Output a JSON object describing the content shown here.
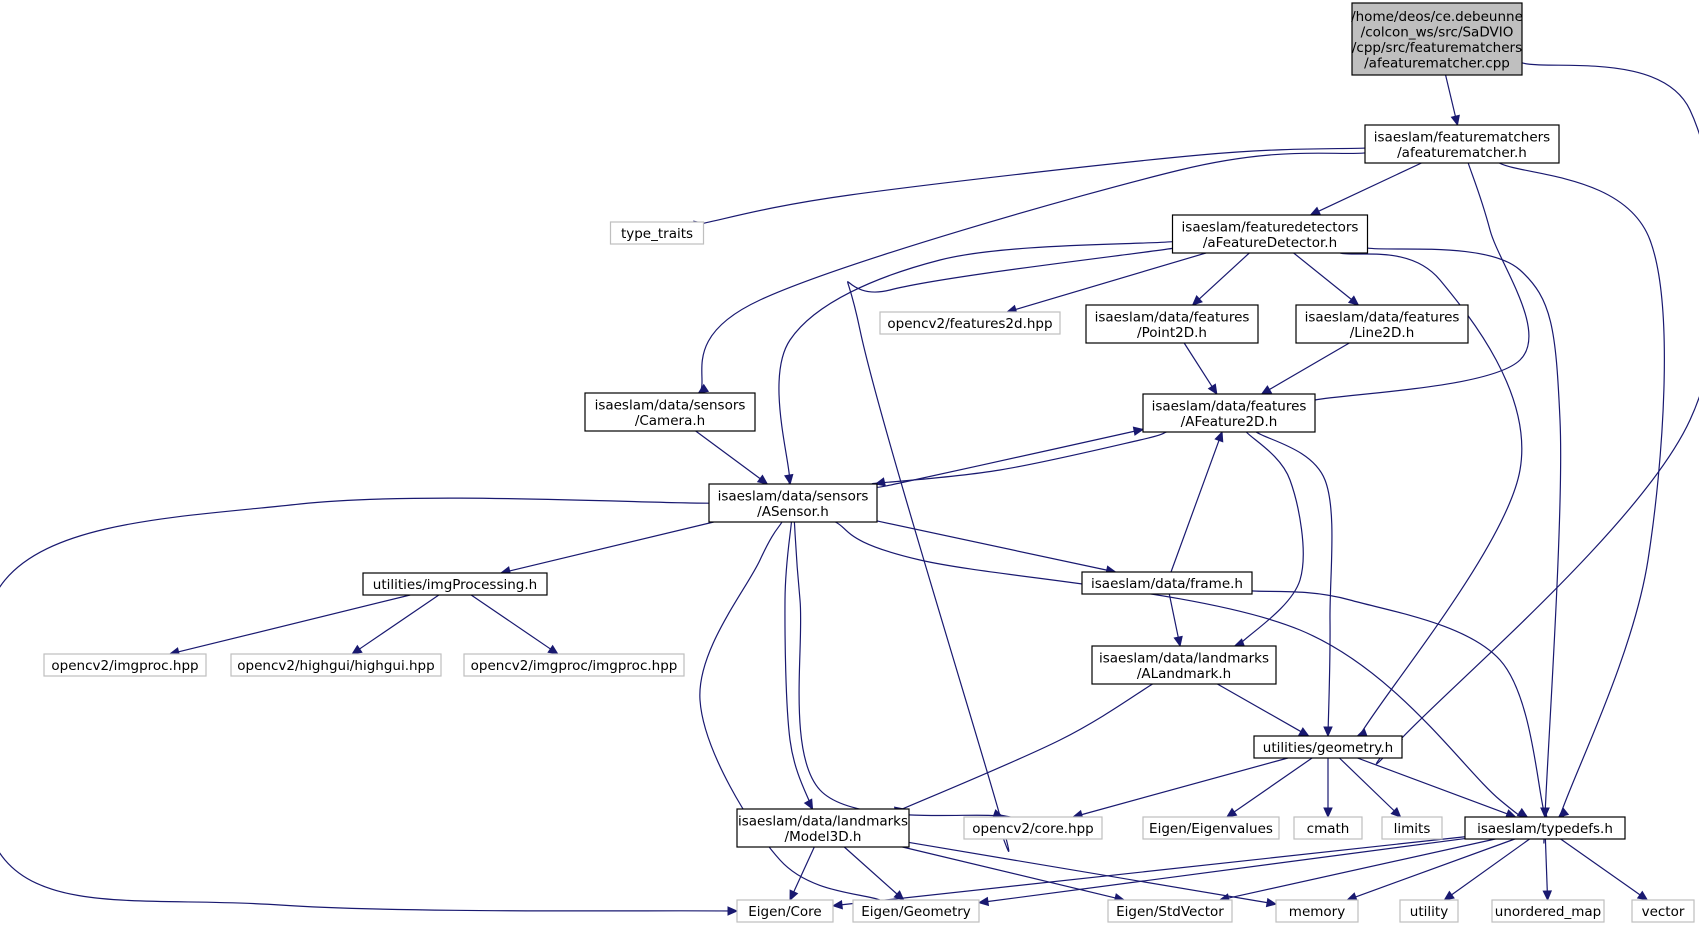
{
  "graph": {
    "title": "",
    "nodes": [
      {
        "id": "root",
        "lines": [
          "/home/deos/ce.debeunne",
          "/colcon_ws/src/SaDVIO",
          "/cpp/src/featurematchers",
          "/afeaturematcher.cpp"
        ],
        "style": "root"
      },
      {
        "id": "afeaturematcher_h",
        "lines": [
          "isaeslam/featurematchers",
          "/afeaturematcher.h"
        ],
        "style": "normal"
      },
      {
        "id": "type_traits",
        "lines": [
          "type_traits"
        ],
        "style": "external"
      },
      {
        "id": "afeaturedetector_h",
        "lines": [
          "isaeslam/featuredetectors",
          "/aFeatureDetector.h"
        ],
        "style": "normal"
      },
      {
        "id": "features2d_hpp",
        "lines": [
          "opencv2/features2d.hpp"
        ],
        "style": "external"
      },
      {
        "id": "point2d_h",
        "lines": [
          "isaeslam/data/features",
          "/Point2D.h"
        ],
        "style": "normal"
      },
      {
        "id": "line2d_h",
        "lines": [
          "isaeslam/data/features",
          "/Line2D.h"
        ],
        "style": "normal"
      },
      {
        "id": "camera_h",
        "lines": [
          "isaeslam/data/sensors",
          "/Camera.h"
        ],
        "style": "normal"
      },
      {
        "id": "afeature2d_h",
        "lines": [
          "isaeslam/data/features",
          "/AFeature2D.h"
        ],
        "style": "normal"
      },
      {
        "id": "asensor_h",
        "lines": [
          "isaeslam/data/sensors",
          "/ASensor.h"
        ],
        "style": "normal"
      },
      {
        "id": "imgprocessing_h",
        "lines": [
          "utilities/imgProcessing.h"
        ],
        "style": "normal"
      },
      {
        "id": "frame_h",
        "lines": [
          "isaeslam/data/frame.h"
        ],
        "style": "normal"
      },
      {
        "id": "imgproc_hpp",
        "lines": [
          "opencv2/imgproc.hpp"
        ],
        "style": "external"
      },
      {
        "id": "highgui_hpp",
        "lines": [
          "opencv2/highgui/highgui.hpp"
        ],
        "style": "external"
      },
      {
        "id": "imgproc_imgproc_hpp",
        "lines": [
          "opencv2/imgproc/imgproc.hpp"
        ],
        "style": "external"
      },
      {
        "id": "alandmark_h",
        "lines": [
          "isaeslam/data/landmarks",
          "/ALandmark.h"
        ],
        "style": "normal"
      },
      {
        "id": "geometry_h",
        "lines": [
          "utilities/geometry.h"
        ],
        "style": "normal"
      },
      {
        "id": "model3d_h",
        "lines": [
          "isaeslam/data/landmarks",
          "/Model3D.h"
        ],
        "style": "normal"
      },
      {
        "id": "core_hpp",
        "lines": [
          "opencv2/core.hpp"
        ],
        "style": "external"
      },
      {
        "id": "eigenvalues",
        "lines": [
          "Eigen/Eigenvalues"
        ],
        "style": "external"
      },
      {
        "id": "cmath",
        "lines": [
          "cmath"
        ],
        "style": "external"
      },
      {
        "id": "limits",
        "lines": [
          "limits"
        ],
        "style": "external"
      },
      {
        "id": "typedefs_h",
        "lines": [
          "isaeslam/typedefs.h"
        ],
        "style": "normal"
      },
      {
        "id": "eigen_core",
        "lines": [
          "Eigen/Core"
        ],
        "style": "external"
      },
      {
        "id": "eigen_geometry",
        "lines": [
          "Eigen/Geometry"
        ],
        "style": "external"
      },
      {
        "id": "eigen_stdvector",
        "lines": [
          "Eigen/StdVector"
        ],
        "style": "external"
      },
      {
        "id": "memory",
        "lines": [
          "memory"
        ],
        "style": "external"
      },
      {
        "id": "utility",
        "lines": [
          "utility"
        ],
        "style": "external"
      },
      {
        "id": "unordered_map",
        "lines": [
          "unordered_map"
        ],
        "style": "external"
      },
      {
        "id": "vector",
        "lines": [
          "vector"
        ],
        "style": "external"
      }
    ],
    "edges": [
      [
        "root",
        "afeaturematcher_h"
      ],
      [
        "root",
        "geometry_h"
      ],
      [
        "afeaturematcher_h",
        "type_traits"
      ],
      [
        "afeaturematcher_h",
        "afeaturedetector_h"
      ],
      [
        "afeaturematcher_h",
        "camera_h"
      ],
      [
        "afeaturematcher_h",
        "afeature2d_h"
      ],
      [
        "afeaturematcher_h",
        "typedefs_h"
      ],
      [
        "afeaturedetector_h",
        "features2d_hpp"
      ],
      [
        "afeaturedetector_h",
        "point2d_h"
      ],
      [
        "afeaturedetector_h",
        "line2d_h"
      ],
      [
        "afeaturedetector_h",
        "asensor_h"
      ],
      [
        "afeaturedetector_h",
        "core_hpp"
      ],
      [
        "afeaturedetector_h",
        "geometry_h"
      ],
      [
        "afeaturedetector_h",
        "typedefs_h"
      ],
      [
        "point2d_h",
        "afeature2d_h"
      ],
      [
        "line2d_h",
        "afeature2d_h"
      ],
      [
        "camera_h",
        "asensor_h"
      ],
      [
        "afeature2d_h",
        "asensor_h"
      ],
      [
        "afeature2d_h",
        "alandmark_h"
      ],
      [
        "afeature2d_h",
        "geometry_h"
      ],
      [
        "asensor_h",
        "afeature2d_h"
      ],
      [
        "asensor_h",
        "imgprocessing_h"
      ],
      [
        "asensor_h",
        "frame_h"
      ],
      [
        "asensor_h",
        "eigen_core"
      ],
      [
        "asensor_h",
        "model3d_h"
      ],
      [
        "asensor_h",
        "eigen_geometry"
      ],
      [
        "asensor_h",
        "core_hpp"
      ],
      [
        "asensor_h",
        "typedefs_h"
      ],
      [
        "imgprocessing_h",
        "imgproc_hpp"
      ],
      [
        "imgprocessing_h",
        "highgui_hpp"
      ],
      [
        "imgprocessing_h",
        "imgproc_imgproc_hpp"
      ],
      [
        "frame_h",
        "afeature2d_h"
      ],
      [
        "frame_h",
        "alandmark_h"
      ],
      [
        "frame_h",
        "typedefs_h"
      ],
      [
        "alandmark_h",
        "model3d_h"
      ],
      [
        "alandmark_h",
        "geometry_h"
      ],
      [
        "geometry_h",
        "core_hpp"
      ],
      [
        "geometry_h",
        "eigenvalues"
      ],
      [
        "geometry_h",
        "cmath"
      ],
      [
        "geometry_h",
        "limits"
      ],
      [
        "geometry_h",
        "typedefs_h"
      ],
      [
        "model3d_h",
        "eigen_core"
      ],
      [
        "model3d_h",
        "eigen_geometry"
      ],
      [
        "model3d_h",
        "eigen_stdvector"
      ],
      [
        "model3d_h",
        "memory"
      ],
      [
        "typedefs_h",
        "eigen_core"
      ],
      [
        "typedefs_h",
        "eigen_geometry"
      ],
      [
        "typedefs_h",
        "eigen_stdvector"
      ],
      [
        "typedefs_h",
        "memory"
      ],
      [
        "typedefs_h",
        "utility"
      ],
      [
        "typedefs_h",
        "unordered_map"
      ],
      [
        "typedefs_h",
        "vector"
      ]
    ]
  },
  "colors": {
    "edge": "#191970",
    "root_fill": "#bfbfbf",
    "node_border": "#000000",
    "external_border": "#bfbfbf"
  }
}
